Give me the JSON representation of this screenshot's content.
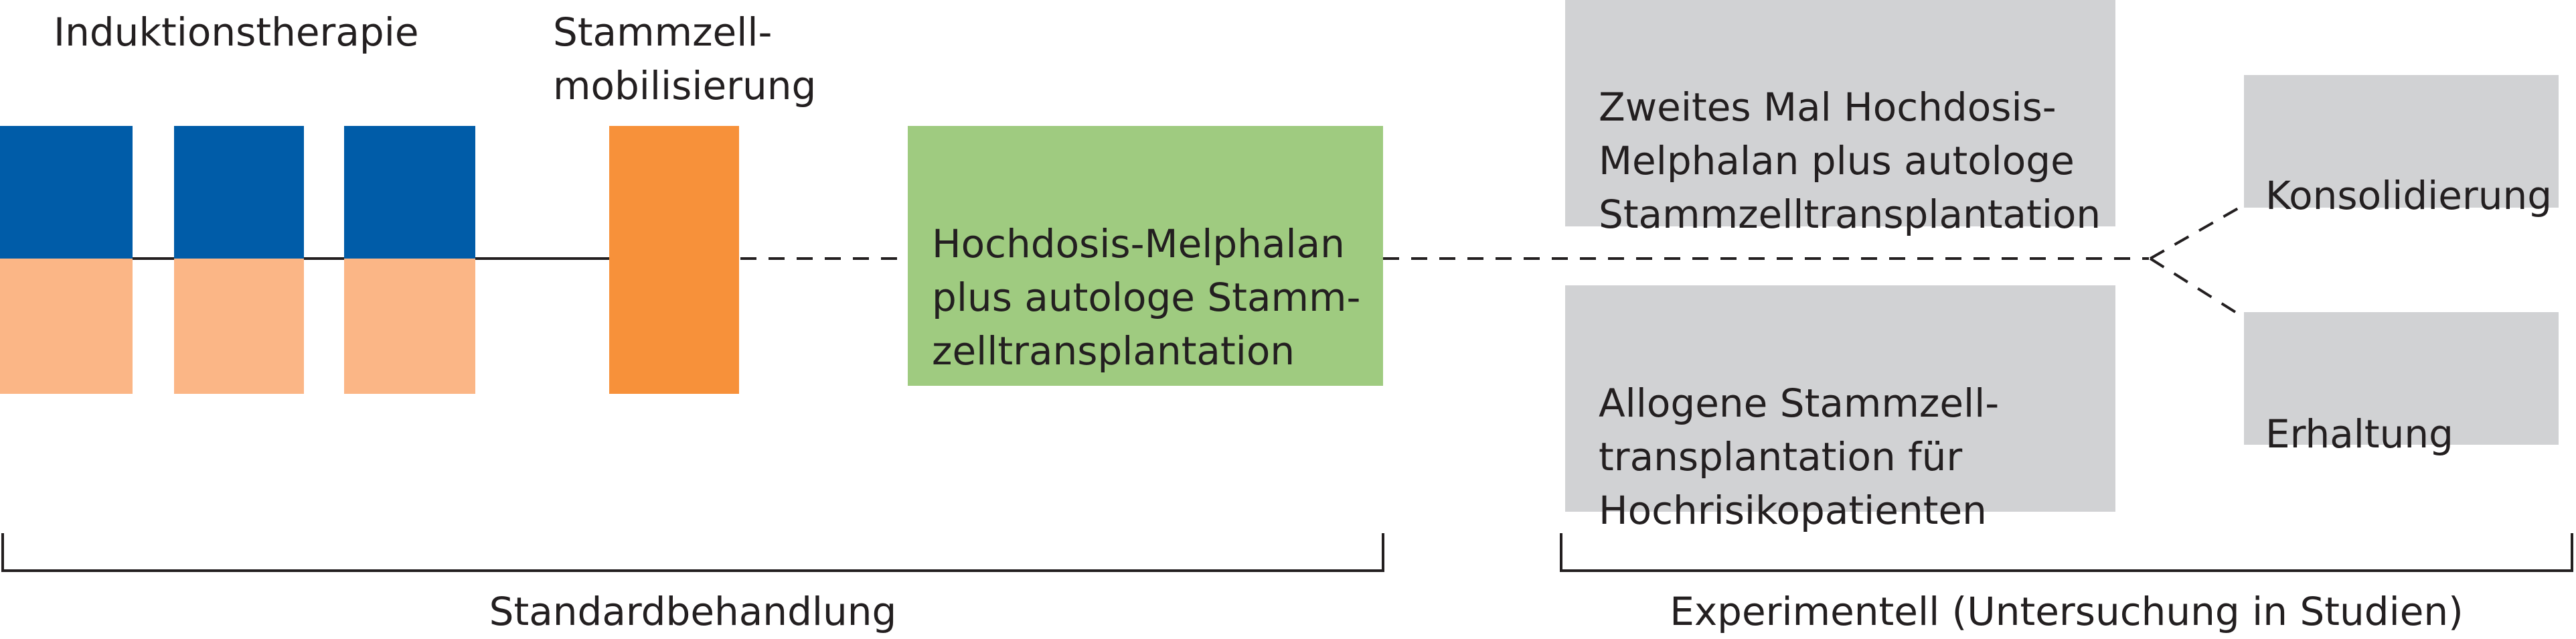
{
  "labels": {
    "induction": "Induktionstherapie",
    "mobilization": "Stammzell-\nmobilisierung"
  },
  "boxes": {
    "main": "Hochdosis-Melphalan\nplus autologe Stamm-\nzelltransplantation",
    "second_melphalan": "Zweites Mal Hochdosis-\nMelphalan plus autologe\nStammzelltransplantation",
    "allogeneic": "Allogene Stammzell-\ntransplantation für\nHochrisikopatienten",
    "consolidation": "Konsolidierung",
    "maintenance": "Erhaltung"
  },
  "brackets": {
    "standard": "Standardbehandlung",
    "experimental": "Experimentell (Untersuchung in Studien)"
  },
  "colors": {
    "induction_top": "#005ca8",
    "induction_bottom": "#fbb686",
    "mobilization": "#f7913a",
    "main_box": "#9fcb80",
    "grey_box": "#d1d2d4",
    "line": "#231f20"
  }
}
